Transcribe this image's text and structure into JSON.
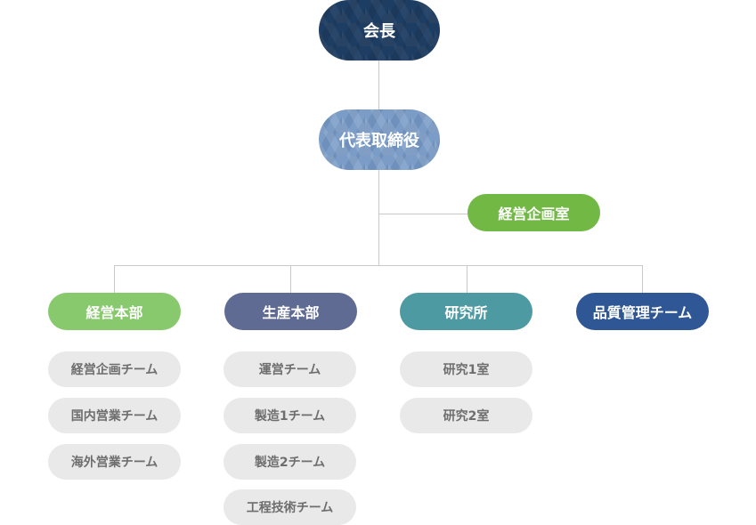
{
  "chairman": {
    "label": "会長",
    "color": "#1e3d63"
  },
  "ceo": {
    "label": "代表取締役",
    "color": "#7a9cc6"
  },
  "office": {
    "label": "経営企画室",
    "color": "#72b845"
  },
  "departments": [
    {
      "label": "経営本部",
      "color": "#88c96e",
      "teams": [
        "経営企画チーム",
        "国内営業チーム",
        "海外営業チーム"
      ]
    },
    {
      "label": "生産本部",
      "color": "#5f6b92",
      "teams": [
        "運営チーム",
        "製造1チーム",
        "製造2チーム",
        "工程技術チーム"
      ]
    },
    {
      "label": "研究所",
      "color": "#4e9aa2",
      "teams": [
        "研究1室",
        "研究2室"
      ]
    },
    {
      "label": "品質管理チーム",
      "color": "#2f5795",
      "teams": []
    }
  ]
}
